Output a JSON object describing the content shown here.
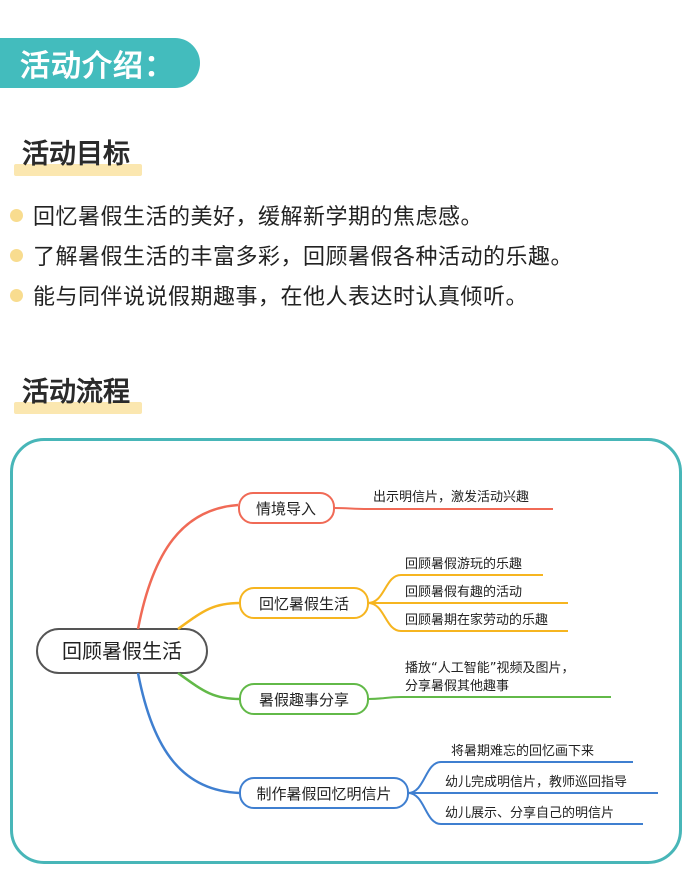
{
  "banner": {
    "label": "活动介绍："
  },
  "goals": {
    "title": "活动目标",
    "items": [
      "回忆暑假生活的美好，缓解新学期的焦虑感。",
      "了解暑假生活的丰富多彩，回顾暑假各种活动的乐趣。",
      "能与同伴说说假期趣事，在他人表达时认真倾听。"
    ]
  },
  "flow": {
    "title": "活动流程",
    "root": "回顾暑假生活",
    "branches": [
      {
        "label": "情境导入",
        "color": "#f06a56",
        "leaves": [
          "出示明信片，激发活动兴趣"
        ]
      },
      {
        "label": "回忆暑假生活",
        "color": "#f6b520",
        "leaves": [
          "回顾暑假游玩的乐趣",
          "回顾暑假有趣的活动",
          "回顾暑期在家劳动的乐趣"
        ]
      },
      {
        "label": "暑假趣事分享",
        "color": "#62b948",
        "leaves": [
          "播放“人工智能”视频及图片，",
          "分享暑假其他趣事"
        ]
      },
      {
        "label": "制作暑假回忆明信片",
        "color": "#3f7fd0",
        "leaves": [
          "将暑期难忘的回忆画下来",
          "幼儿完成明信片，教师巡回指导",
          "幼儿展示、分享自己的明信片"
        ]
      }
    ]
  }
}
